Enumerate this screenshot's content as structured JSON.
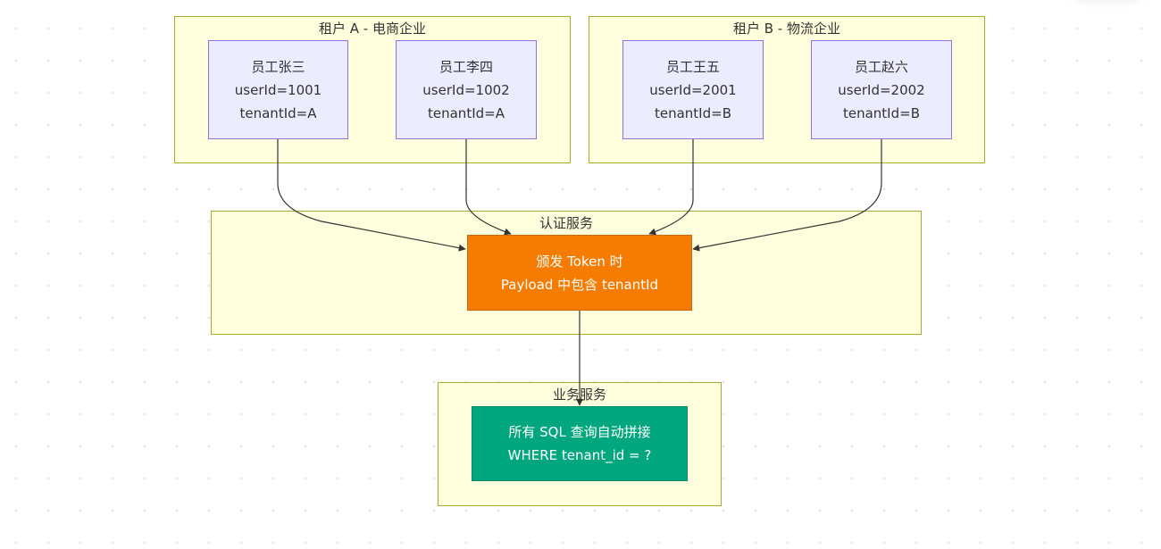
{
  "clusters": {
    "tenant_a": {
      "title": "租户 A - 电商企业"
    },
    "tenant_b": {
      "title": "租户 B - 物流企业"
    },
    "auth": {
      "title": "认证服务"
    },
    "biz": {
      "title": "业务服务"
    }
  },
  "employees": [
    {
      "name": "员工张三",
      "user_id": "userId=1001",
      "tenant_id": "tenantId=A"
    },
    {
      "name": "员工李四",
      "user_id": "userId=1002",
      "tenant_id": "tenantId=A"
    },
    {
      "name": "员工王五",
      "user_id": "userId=2001",
      "tenant_id": "tenantId=B"
    },
    {
      "name": "员工赵六",
      "user_id": "userId=2002",
      "tenant_id": "tenantId=B"
    }
  ],
  "auth_node": {
    "line1": "颁发 Token 时",
    "line2": "Payload 中包含 tenantId"
  },
  "biz_node": {
    "line1": "所有 SQL 查询自动拼接",
    "line2": "WHERE tenant_id = ?"
  },
  "colors": {
    "cluster_fill": "#ffffde",
    "cluster_border": "#aaaa33",
    "employee_fill": "#ececff",
    "employee_border": "#9370db",
    "auth_fill": "#f57c00",
    "biz_fill": "#00a67e",
    "edge": "#333333"
  }
}
